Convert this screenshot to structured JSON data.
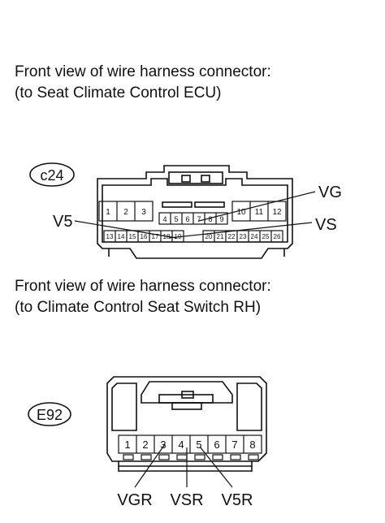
{
  "captions": {
    "ecu_line1": "Front view of wire harness connector:",
    "ecu_line2": "(to Seat Climate Control ECU)",
    "switch_line1": "Front view of wire harness connector:",
    "switch_line2": "(to Climate Control Seat Switch RH)"
  },
  "ecu_connector": {
    "code": "c24",
    "pins_top_left": [
      "1",
      "2",
      "3"
    ],
    "pins_top_right": [
      "10",
      "11",
      "12"
    ],
    "pins_middle": [
      "4",
      "5",
      "6",
      "7",
      "8",
      "9"
    ],
    "pins_bottom_left": [
      "13",
      "14",
      "15",
      "16",
      "17",
      "18",
      "19"
    ],
    "pins_bottom_right": [
      "20",
      "21",
      "22",
      "23",
      "24",
      "25",
      "26"
    ],
    "labels": {
      "vg": "VG",
      "vs": "VS",
      "v5": "V5"
    }
  },
  "switch_connector": {
    "code": "E92",
    "pins": [
      "1",
      "2",
      "3",
      "4",
      "5",
      "6",
      "7",
      "8"
    ],
    "labels": {
      "vgr": "VGR",
      "vsr": "VSR",
      "v5r": "V5R"
    }
  }
}
